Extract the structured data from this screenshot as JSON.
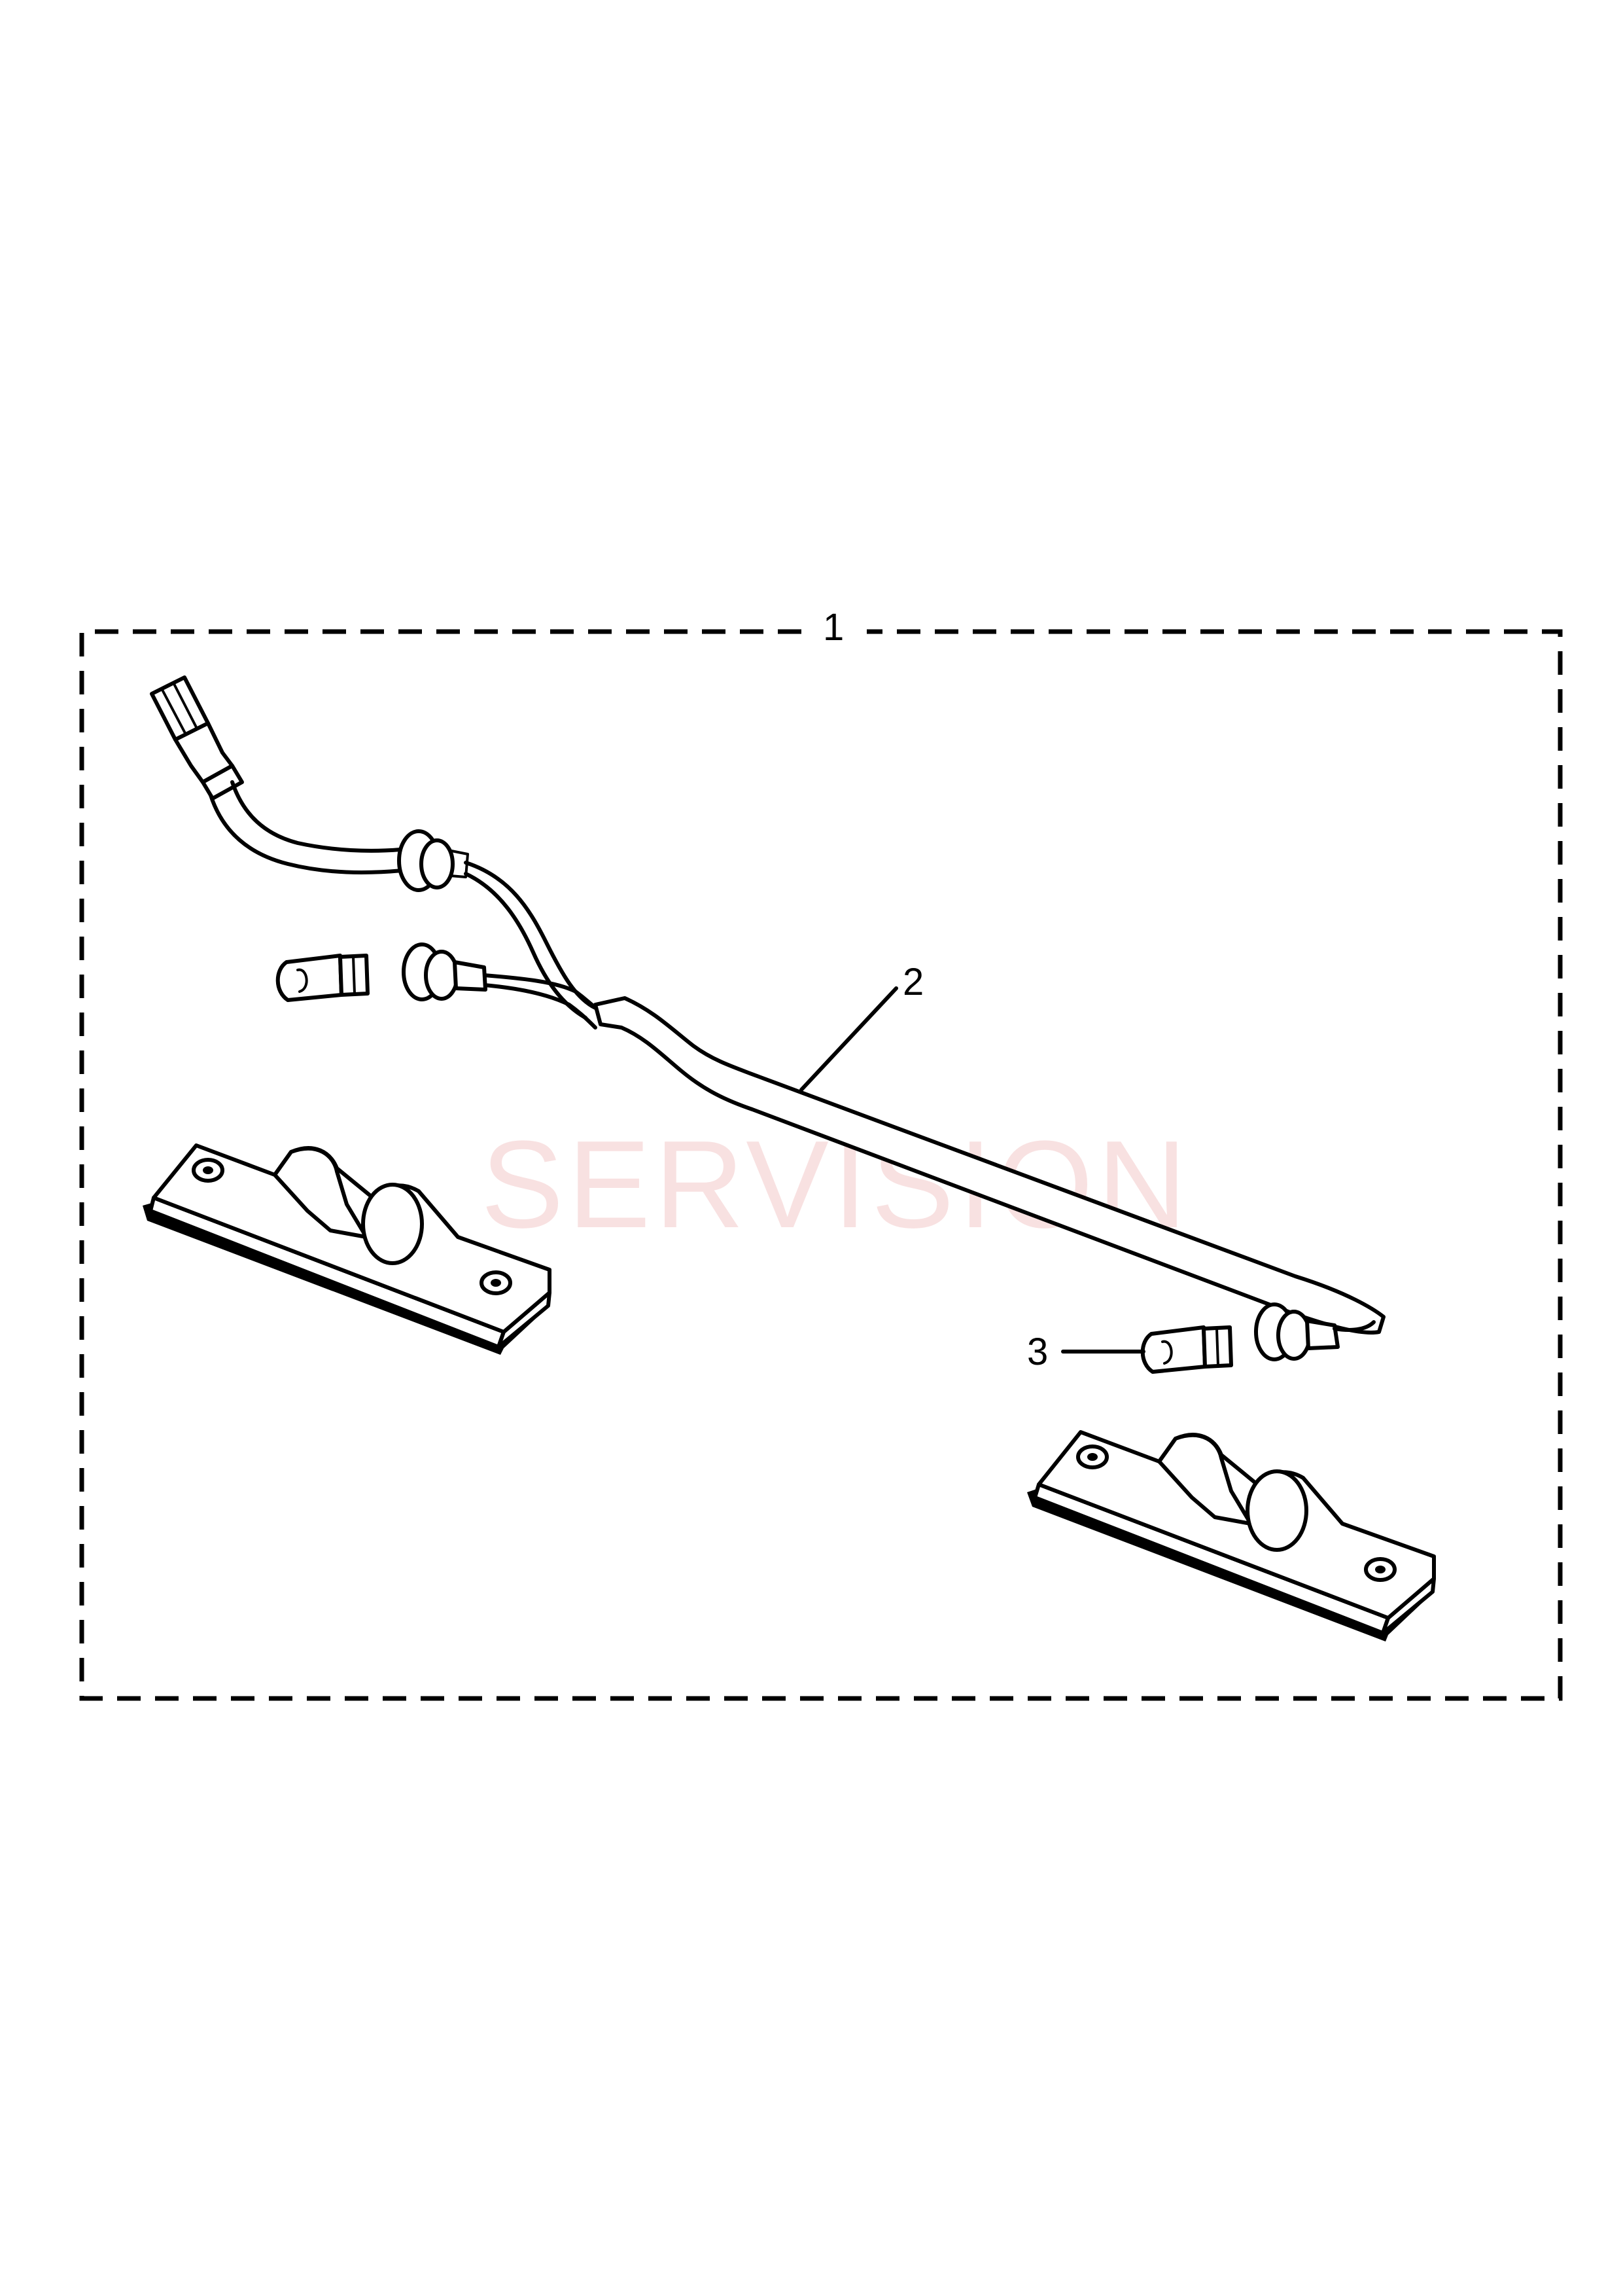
{
  "watermark": "SERVISION",
  "callouts": {
    "kit": "1",
    "harness": "2",
    "bulb": "3"
  },
  "colors": {
    "line": "#000000",
    "background": "#ffffff",
    "watermark": "#f4c9c9"
  }
}
